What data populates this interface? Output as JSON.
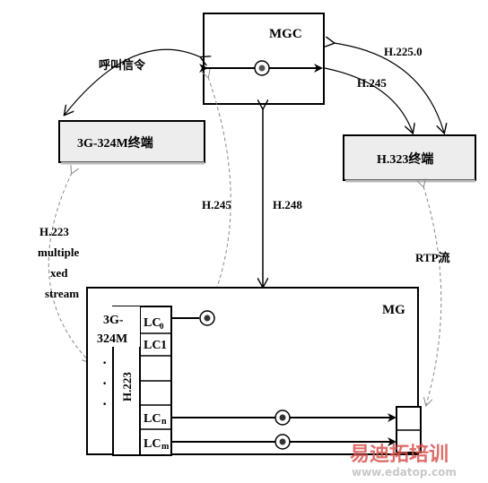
{
  "mgc": {
    "title": "MGC"
  },
  "terminal_3g": {
    "label": "3G-324M终端"
  },
  "terminal_h323": {
    "label": "H.323终端"
  },
  "mg": {
    "title": "MG"
  },
  "labels": {
    "call_signaling": "呼叫信令",
    "h2250": "H.225.0",
    "h245_top": "H.245",
    "h245_mid": "H.245",
    "h248": "H.248",
    "rtp": "RTP流",
    "h223_lines": [
      "H.223",
      "multiple",
      "xed",
      "stream"
    ]
  },
  "stack": {
    "proto_lines": [
      "3G-",
      "324M"
    ],
    "h223": "H.223",
    "dots": "·"
  },
  "channels": {
    "lc0": {
      "main": "LC",
      "sub": "0"
    },
    "lc1": {
      "main": "LC",
      "sub": "1"
    },
    "lcn": {
      "main": "LC",
      "sub": "n"
    },
    "lcm": {
      "main": "LC",
      "sub": "m"
    }
  },
  "watermark": {
    "cn": "易迪拓培训",
    "url": "www.edatop.com",
    "colors": {
      "cn": "#d9534f",
      "url": "#c8c8c8"
    }
  }
}
